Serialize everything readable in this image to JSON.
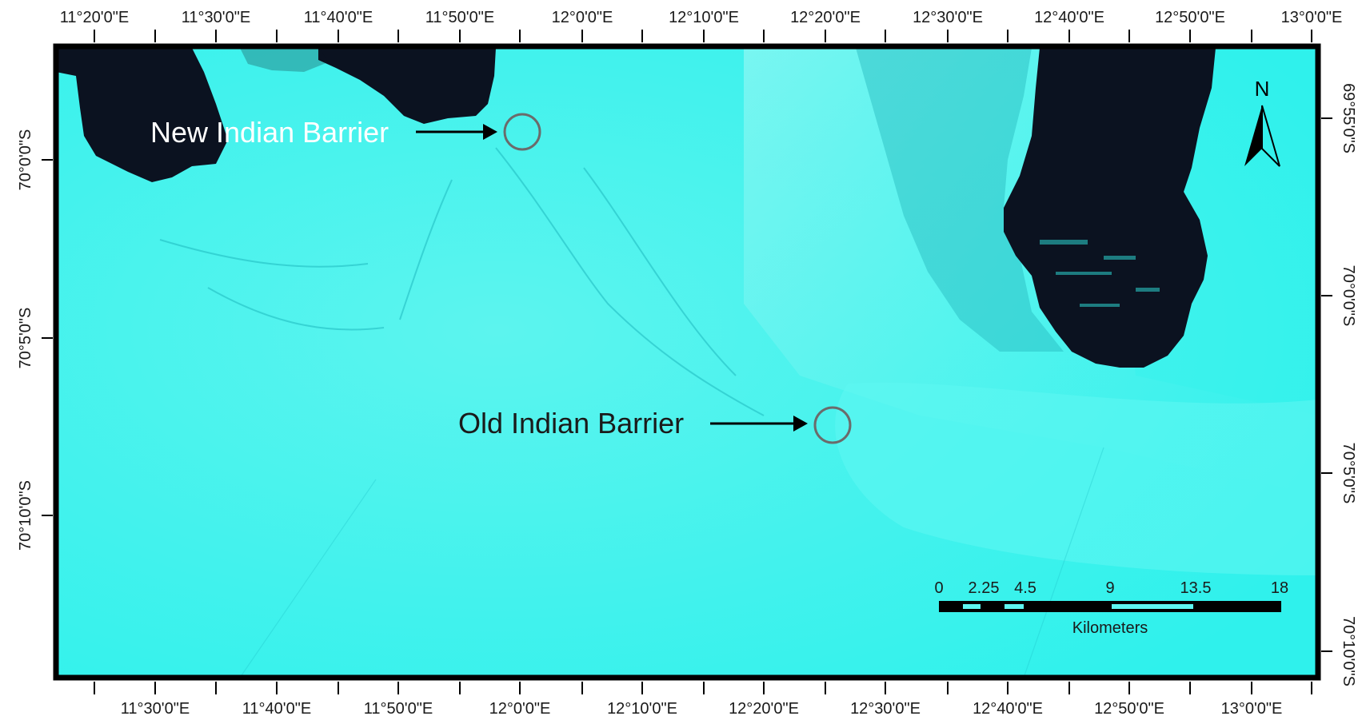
{
  "map": {
    "colors": {
      "ice": "#2ef2ec",
      "ice_light": "#5cf6f0",
      "rock": "#0b1220",
      "frame": "#000000",
      "marker": "#6b6b6b"
    },
    "top_longitude_labels": [
      "11°20'0\"E",
      "11°30'0\"E",
      "11°40'0\"E",
      "11°50'0\"E",
      "12°0'0\"E",
      "12°10'0\"E",
      "12°20'0\"E",
      "12°30'0\"E",
      "12°40'0\"E",
      "12°50'0\"E",
      "13°0'0\"E"
    ],
    "bottom_longitude_labels": [
      "11°30'0\"E",
      "11°40'0\"E",
      "11°50'0\"E",
      "12°0'0\"E",
      "12°10'0\"E",
      "12°20'0\"E",
      "12°30'0\"E",
      "12°40'0\"E",
      "12°50'0\"E",
      "13°0'0\"E"
    ],
    "left_latitude_labels": [
      "70°0'0\"S",
      "70°5'0\"S",
      "70°10'0\"S"
    ],
    "right_latitude_labels": [
      "69°55'0\"S",
      "70°0'0\"S",
      "70°5'0\"S",
      "70°10'0\"S"
    ],
    "annotations": [
      {
        "id": "new",
        "label": "New Indian Barrier",
        "text_color": "#ffffff"
      },
      {
        "id": "old",
        "label": "Old Indian Barrier",
        "text_color": "#1a1a1a"
      }
    ],
    "north_arrow": {
      "label": "N"
    },
    "scale_bar": {
      "tick_labels": [
        "0",
        "2.25",
        "4.5",
        "9",
        "13.5",
        "18"
      ],
      "unit": "Kilometers"
    }
  }
}
